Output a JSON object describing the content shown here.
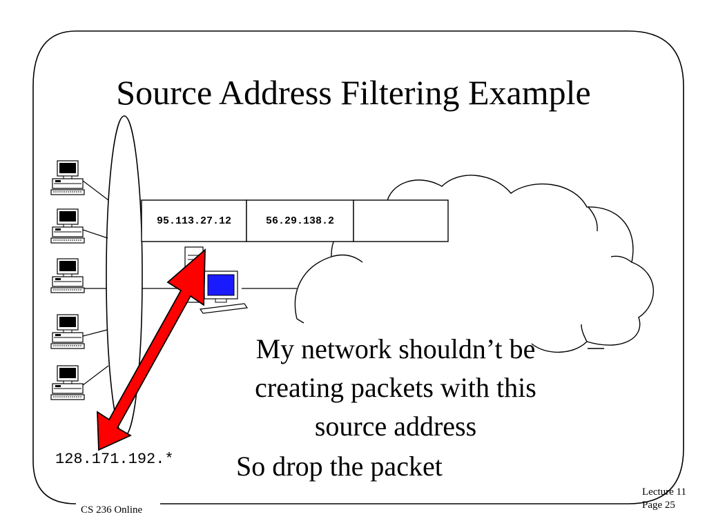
{
  "slide": {
    "title": "Source Address Filtering Example",
    "packet": {
      "fields": [
        "95.113.27.12",
        "56.29.138.2",
        ""
      ]
    },
    "network_address": "128.171.192.*",
    "message_lines": [
      "My network shouldn’t be",
      "creating packets with this",
      "source address"
    ],
    "drop_text": "So drop the packet",
    "arrow_color": "#ff0000"
  },
  "footer": {
    "course": "CS 236 Online",
    "lecture": "Lecture 11",
    "page": "Page 25"
  },
  "icons": {
    "workstations": [
      "desktop-computer-icon",
      "desktop-computer-icon",
      "desktop-computer-icon",
      "desktop-computer-icon",
      "desktop-computer-icon"
    ],
    "router": "router-computer-icon",
    "internet": "cloud-icon"
  }
}
